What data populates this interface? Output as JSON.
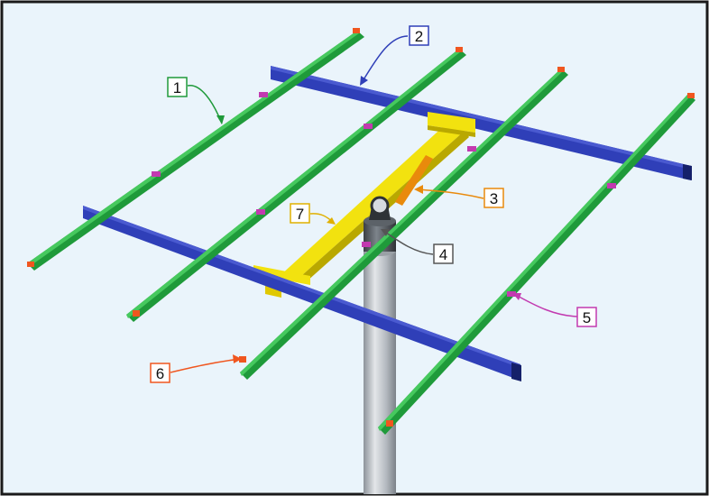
{
  "colors": {
    "background": "#eaf4fb",
    "frame": "#1a1a1a",
    "rail_green": "#1f9a3a",
    "rail_green_dark": "#146b27",
    "rail_green_light": "#46c95e",
    "purlin_blue": "#2f3fb8",
    "purlin_blue_dark": "#1c2780",
    "torque_yellow": "#f2e20f",
    "torque_yellow_dark": "#b9a800",
    "pole_gray": "#b9bec4",
    "pole_dark": "#6f757c",
    "clamp_magenta": "#c23ab0",
    "endcap_orange": "#f0561f"
  },
  "callouts": [
    {
      "id": "c1",
      "label": "1",
      "color": "#1f9a3a"
    },
    {
      "id": "c2",
      "label": "2",
      "color": "#2f3fb8"
    },
    {
      "id": "c3",
      "label": "3",
      "color": "#e98a0c"
    },
    {
      "id": "c4",
      "label": "4",
      "color": "#555555"
    },
    {
      "id": "c5",
      "label": "5",
      "color": "#c23ab0"
    },
    {
      "id": "c6",
      "label": "6",
      "color": "#f0561f"
    },
    {
      "id": "c7",
      "label": "7",
      "color": "#e0b000"
    }
  ]
}
